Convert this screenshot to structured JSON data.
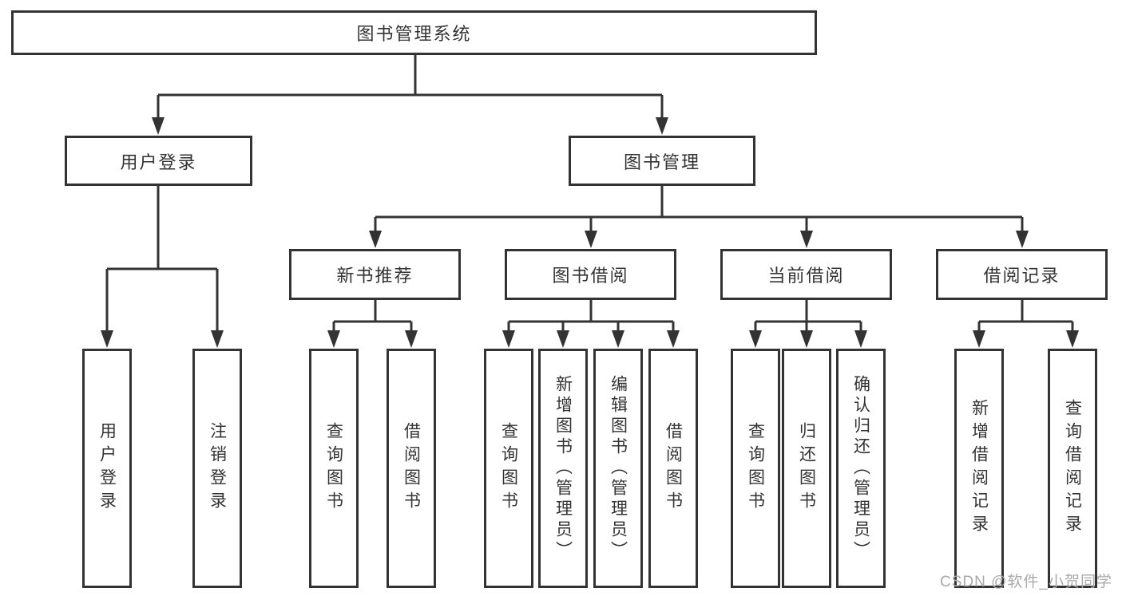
{
  "diagram": {
    "title": "图书管理系统",
    "tree": {
      "root": {
        "label": "图书管理系统",
        "children": [
          {
            "label": "用户登录",
            "children": [
              {
                "label": "用户登录"
              },
              {
                "label": "注销登录"
              }
            ]
          },
          {
            "label": "图书管理",
            "children": [
              {
                "label": "新书推荐",
                "children": [
                  {
                    "label": "查询图书"
                  },
                  {
                    "label": "借阅图书"
                  }
                ]
              },
              {
                "label": "图书借阅",
                "children": [
                  {
                    "label": "查询图书"
                  },
                  {
                    "label": "新增图书（管理员）"
                  },
                  {
                    "label": "编辑图书（管理员）"
                  },
                  {
                    "label": "借阅图书"
                  }
                ]
              },
              {
                "label": "当前借阅",
                "children": [
                  {
                    "label": "查询图书"
                  },
                  {
                    "label": "归还图书"
                  },
                  {
                    "label": "确认归还（管理员）"
                  }
                ]
              },
              {
                "label": "借阅记录",
                "children": [
                  {
                    "label": "新增借阅记录"
                  },
                  {
                    "label": "查询借阅记录"
                  }
                ]
              }
            ]
          }
        ]
      }
    },
    "colors": {
      "line": "#333333",
      "box_border": "#333333",
      "text": "#333333",
      "background": "#ffffff",
      "watermark": "#a9a9a9"
    }
  },
  "watermark": {
    "text": "CSDN @软件_小贺同学"
  }
}
